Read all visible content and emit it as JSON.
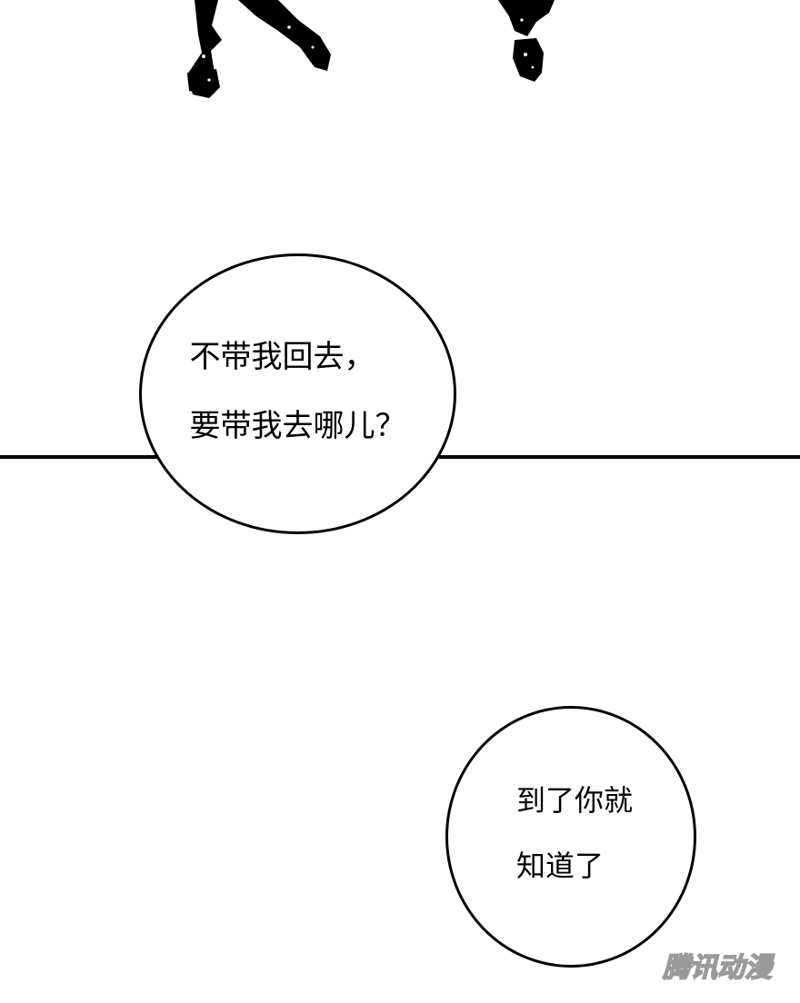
{
  "bubbles": [
    {
      "lines": [
        "不带我回去，",
        "要带我去哪儿？"
      ]
    },
    {
      "lines": [
        "到了你就",
        "知道了"
      ]
    }
  ],
  "watermark": {
    "text": "腾讯动漫"
  },
  "colors": {
    "ink": "#000000",
    "paper": "#ffffff",
    "watermark_fill": "#ffffff",
    "watermark_stroke": "#9a9a9a"
  }
}
